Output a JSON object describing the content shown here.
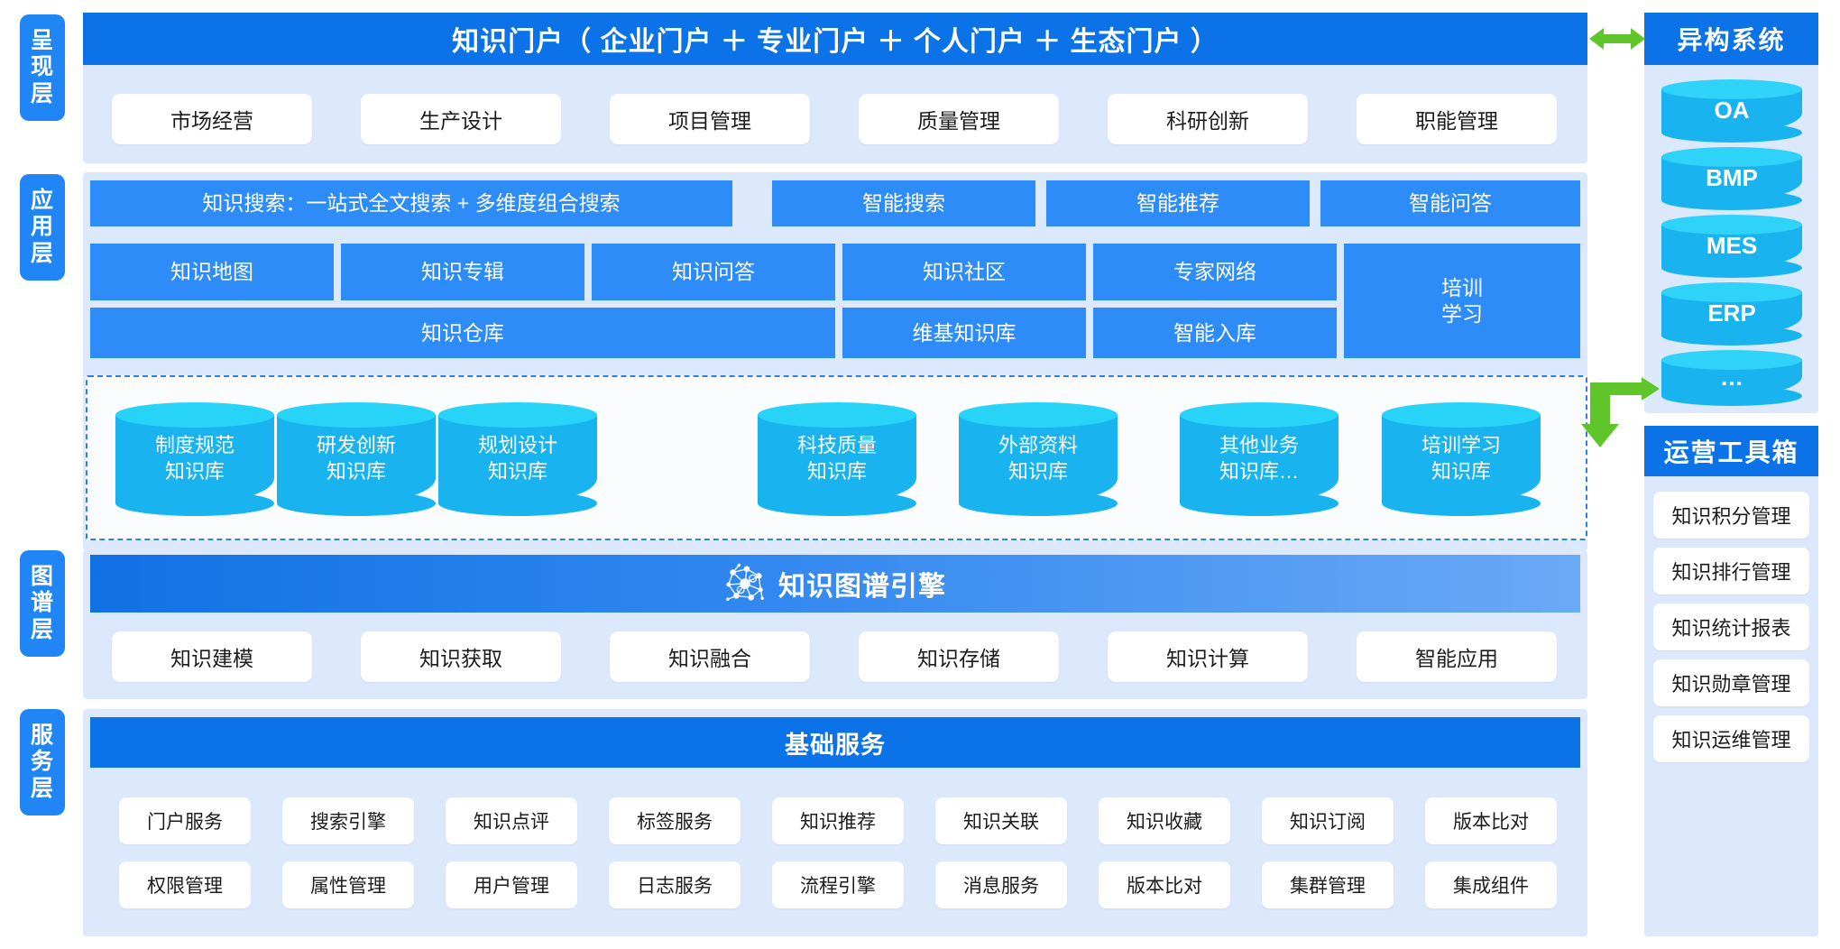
{
  "layers": {
    "presentation": "呈现层",
    "application": "应用层",
    "graph": "图谱层",
    "service": "服务层"
  },
  "presentation": {
    "title": "知识门户（ 企业门户 ＋ 专业门户 ＋ 个人门户 ＋ 生态门户 ）",
    "items": [
      "市场经营",
      "生产设计",
      "项目管理",
      "质量管理",
      "科研创新",
      "职能管理"
    ]
  },
  "application": {
    "row1": [
      "知识搜索：一站式全文搜索 + 多维度组合搜索",
      "智能搜索",
      "智能推荐",
      "智能问答"
    ],
    "row2": [
      "知识地图",
      "知识专辑",
      "知识问答",
      "知识社区",
      "专家网络"
    ],
    "row3": [
      "知识仓库",
      "维基知识库",
      "智能入库"
    ],
    "tall": "培训\n学习",
    "repositories": [
      "制度规范\n知识库",
      "研发创新\n知识库",
      "规划设计\n知识库",
      "科技质量\n知识库",
      "外部资料\n知识库",
      "其他业务\n知识库…",
      "培训学习\n知识库"
    ]
  },
  "graph": {
    "title": "知识图谱引擎",
    "icon": "knowledge-graph-network-icon",
    "items": [
      "知识建模",
      "知识获取",
      "知识融合",
      "知识存储",
      "知识计算",
      "智能应用"
    ]
  },
  "service": {
    "title": "基础服务",
    "row1": [
      "门户服务",
      "搜索引擎",
      "知识点评",
      "标签服务",
      "知识推荐",
      "知识关联",
      "知识收藏",
      "知识订阅",
      "版本比对"
    ],
    "row2": [
      "权限管理",
      "属性管理",
      "用户管理",
      "日志服务",
      "流程引擎",
      "消息服务",
      "版本比对",
      "集群管理",
      "集成组件"
    ]
  },
  "hetero": {
    "title": "异构系统",
    "systems": [
      "OA",
      "BMP",
      "MES",
      "ERP",
      "…"
    ]
  },
  "toolbox": {
    "title": "运营工具箱",
    "items": [
      "知识积分管理",
      "知识排行管理",
      "知识统计报表",
      "知识勋章管理",
      "知识运维管理"
    ]
  },
  "colors": {
    "brand_blue": "#0b72e7",
    "panel_blue": "#dce9fd",
    "box_blue": "#2d8cf8",
    "cylinder_blue": "#19b4f0",
    "cylinder_top": "#27d3f7",
    "arrow_green": "#5fc52a"
  }
}
